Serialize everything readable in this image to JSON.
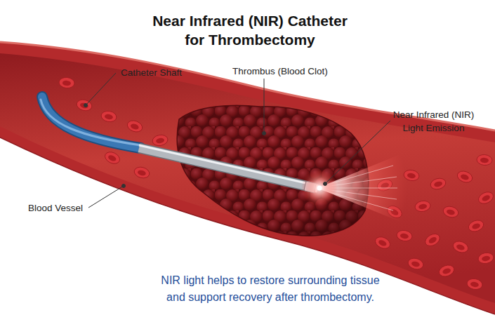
{
  "diagram": {
    "title": "Near Infrared (NIR) Catheter for Thrombectomy",
    "caption": "NIR light helps to restore surrounding tissue and support recovery after thrombectomy.",
    "labels": [
      "Catheter Shaft",
      "Thrombus (Blood Clot)",
      "Near Infrared (NIR) Light Emission",
      "Blood Vessel"
    ]
  }
}
